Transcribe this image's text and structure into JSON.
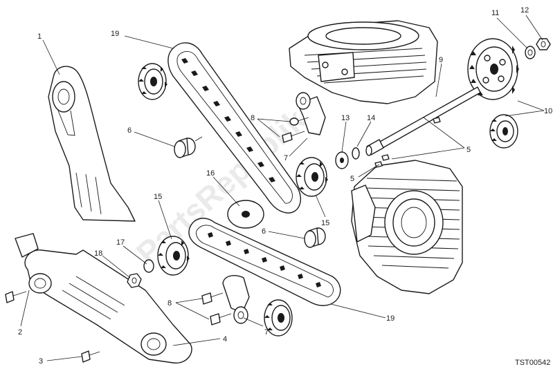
{
  "diagram": {
    "drawing_code": "TST00542",
    "watermark": "PartsRepublik",
    "callouts": {
      "n1": "1",
      "n2": "2",
      "n3": "3",
      "n4": "4",
      "n5a": "5",
      "n5b": "5",
      "n6a": "6",
      "n6b": "6",
      "n7a": "7",
      "n7b": "7",
      "n8a": "8",
      "n8b": "8",
      "n9": "9",
      "n10": "10",
      "n11": "11",
      "n12": "12",
      "n13": "13",
      "n14": "14",
      "n15a": "15",
      "n15b": "15",
      "n16": "16",
      "n17": "17",
      "n18": "18",
      "n19a": "19",
      "n19b": "19"
    }
  }
}
